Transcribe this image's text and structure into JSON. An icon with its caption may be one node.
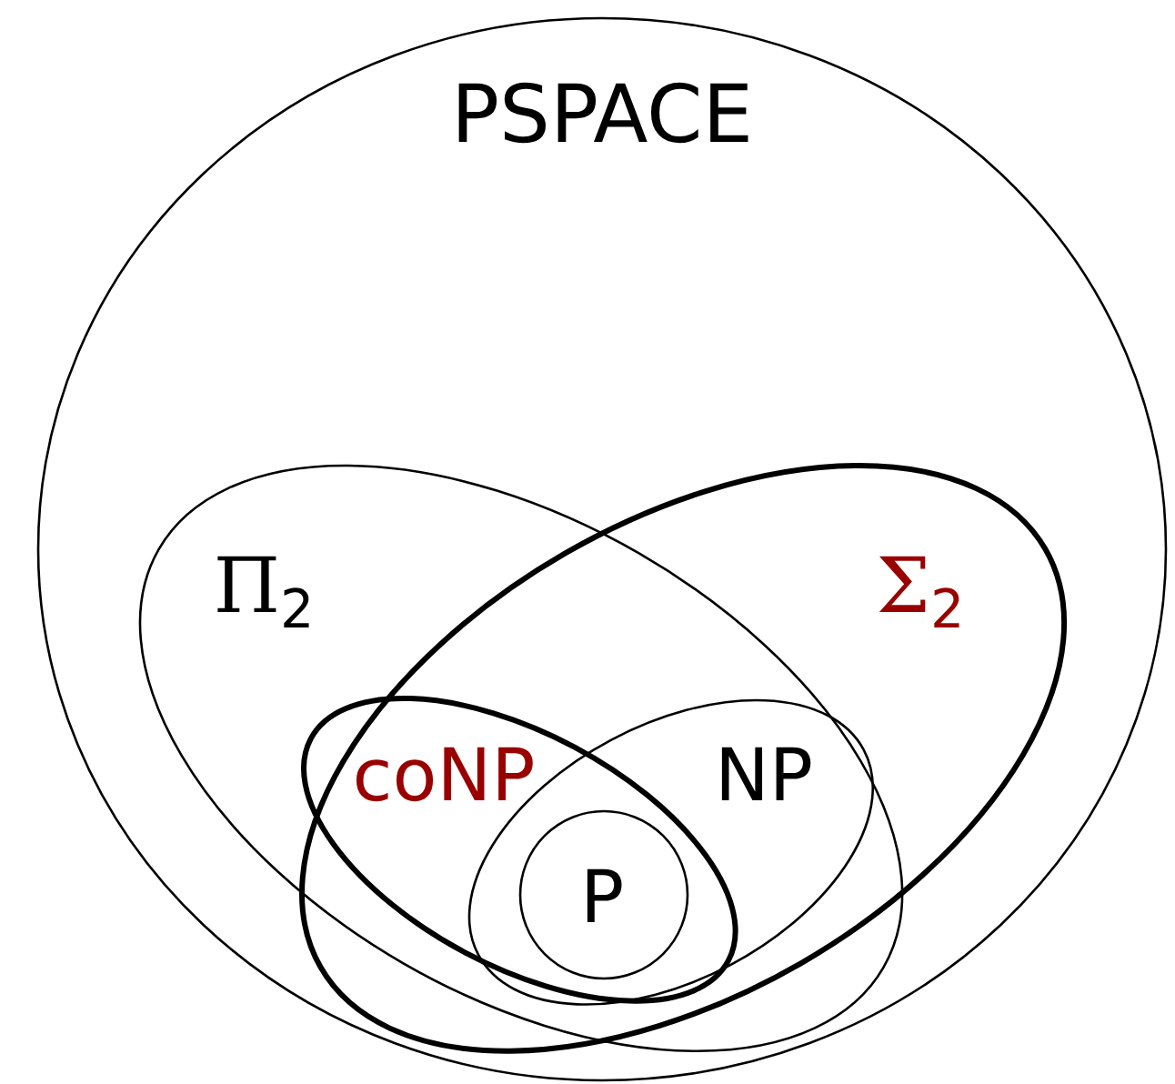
{
  "diagram": {
    "nodes": [
      {
        "text": [
          "PSPACE"
        ]
      },
      {
        "text": [
          "Π$_{2}$"
        ],
        "in": 0
      },
      {
        "text": [
          "Σ$_{2}$"
        ],
        "in": 0
      },
      {
        "text": [
          "coNP"
        ]
      },
      {
        "text": [
          "NP"
        ]
      },
      {
        "text": [
          "P"
        ]
      }
    ]
  }
}
